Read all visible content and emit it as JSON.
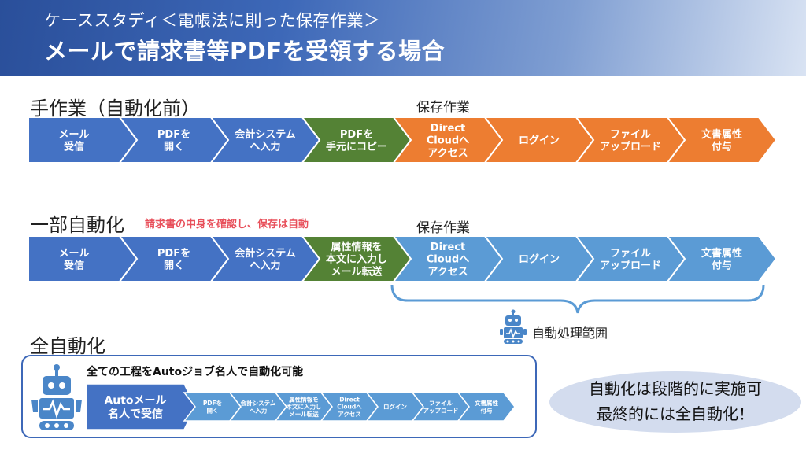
{
  "header": {
    "subtitle": "ケーススタディ＜電帳法に則った保存作業＞",
    "title": "メールで請求書等PDFを受領する場合"
  },
  "manual": {
    "title": "手作業（自動化前）",
    "storage_label": "保存作業",
    "steps": [
      {
        "label": [
          "メール",
          "受信"
        ],
        "color": "#4472c4"
      },
      {
        "label": [
          "PDFを",
          "開く"
        ],
        "color": "#4472c4"
      },
      {
        "label": [
          "会計システム",
          "へ入力"
        ],
        "color": "#4472c4"
      },
      {
        "label": [
          "PDFを",
          "手元にコピー"
        ],
        "color": "#548235"
      },
      {
        "label": [
          "Direct",
          "Cloudへ",
          "アクセス"
        ],
        "color": "#ed7d31"
      },
      {
        "label": [
          "ログイン"
        ],
        "color": "#ed7d31"
      },
      {
        "label": [
          "ファイル",
          "アップロード"
        ],
        "color": "#ed7d31"
      },
      {
        "label": [
          "文書属性",
          "付与"
        ],
        "color": "#ed7d31"
      }
    ]
  },
  "partial": {
    "title": "一部自動化",
    "note": "請求書の中身を確認し、保存は自動",
    "storage_label": "保存作業",
    "brace_label": "自動処理範囲",
    "steps": [
      {
        "label": [
          "メール",
          "受信"
        ],
        "color": "#4472c4"
      },
      {
        "label": [
          "PDFを",
          "開く"
        ],
        "color": "#4472c4"
      },
      {
        "label": [
          "会計システム",
          "へ入力"
        ],
        "color": "#4472c4"
      },
      {
        "label": [
          "属性情報を",
          "本文に入力し",
          "メール転送"
        ],
        "color": "#548235"
      },
      {
        "label": [
          "Direct",
          "Cloudへ",
          "アクセス"
        ],
        "color": "#5b9bd5"
      },
      {
        "label": [
          "ログイン"
        ],
        "color": "#5b9bd5"
      },
      {
        "label": [
          "ファイル",
          "アップロード"
        ],
        "color": "#5b9bd5"
      },
      {
        "label": [
          "文書属性",
          "付与"
        ],
        "color": "#5b9bd5"
      }
    ]
  },
  "full": {
    "title": "全自動化",
    "box_title": "全ての工程をAutoジョブ名人で自動化可能",
    "first_step": [
      "Autoメール",
      "名人で受信"
    ],
    "steps": [
      {
        "label": [
          "PDFを",
          "開く"
        ]
      },
      {
        "label": [
          "会計システム",
          "へ入力"
        ]
      },
      {
        "label": [
          "属性情報を",
          "本文に入力し",
          "メール転送"
        ]
      },
      {
        "label": [
          "Direct",
          "Cloudへ",
          "アクセス"
        ]
      },
      {
        "label": [
          "ログイン"
        ]
      },
      {
        "label": [
          "ファイル",
          "アップロード"
        ]
      },
      {
        "label": [
          "文書属性",
          "付与"
        ]
      }
    ],
    "first_color": "#4472c4",
    "step_color": "#5b9bd5"
  },
  "callout": {
    "line1": "自動化は段階的に実施可",
    "line2": "最終的には全自動化！"
  },
  "icons": {
    "robot": "robot-icon"
  }
}
